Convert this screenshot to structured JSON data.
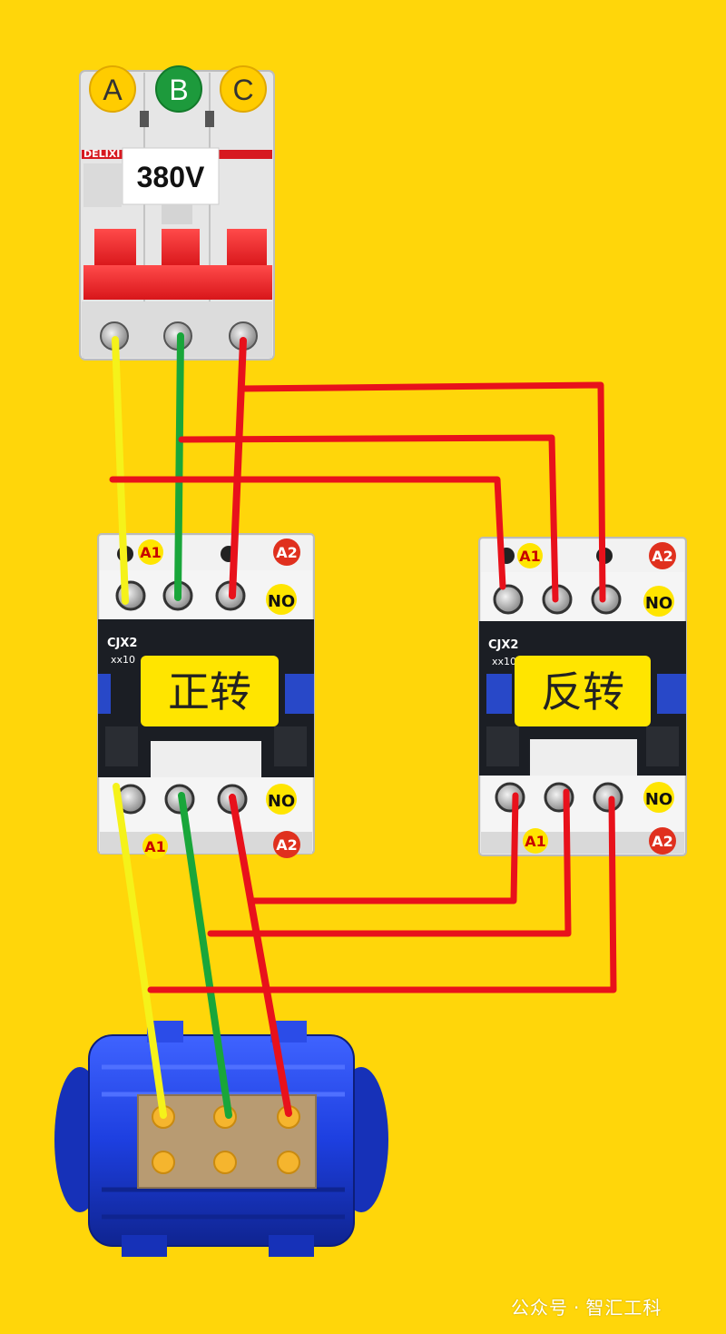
{
  "colors": {
    "background": "#FFD60A",
    "wire_a": "#F5F21A",
    "wire_b": "#19A63A",
    "wire_c": "#E8111B",
    "breaker_handle": "#F0262A",
    "contactor_label": "#FFE500",
    "motor": "#1D3FE0"
  },
  "breaker": {
    "phase_labels": [
      "A",
      "B",
      "C"
    ],
    "brand": "DELIXI",
    "voltage": "380V"
  },
  "forward_contactor": {
    "model": "CJX2",
    "model_sub": "xx10",
    "title": "正转",
    "coil_top": "A1",
    "coil_top_right": "A2",
    "coil_bottom": "A1",
    "coil_bottom_right": "A2",
    "aux_top": "NO",
    "aux_bottom": "NO"
  },
  "reverse_contactor": {
    "model": "CJX2",
    "model_sub": "xx10",
    "title": "反转",
    "coil_top": "A1",
    "coil_top_right": "A2",
    "coil_bottom": "A1",
    "coil_bottom_right": "A2",
    "aux_top": "NO",
    "aux_bottom": "NO"
  },
  "watermark": {
    "prefix": "公众号",
    "separator": "·",
    "name": "智汇工科"
  }
}
